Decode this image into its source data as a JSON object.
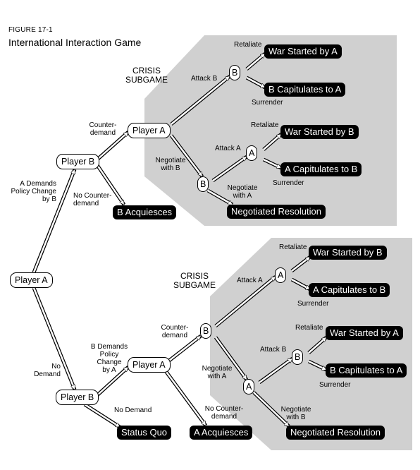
{
  "figure_label": "FIGURE 17-1",
  "title": "International Interaction Game",
  "crisis_label": "CRISIS\nSUBGAME",
  "nodes": {
    "root_player_a": "Player A",
    "top_player_b": "Player B",
    "top_crisis_player_a": "Player A",
    "top_crisis_b1": "B",
    "top_crisis_b2": "B",
    "top_crisis_a": "A",
    "bot_player_b": "Player B",
    "bot_player_a": "Player A",
    "bot_crisis_b1": "B",
    "bot_crisis_a1": "A",
    "bot_crisis_a2": "A",
    "bot_crisis_b2": "B"
  },
  "outcomes": {
    "top_war_a": "War Started by A",
    "top_capitulates_a": "B Capitulates to A",
    "top_war_b": "War Started by B",
    "top_capitulates_b": "A Capitulates to B",
    "top_negotiated": "Negotiated Resolution",
    "b_acquiesces": "B Acquiesces",
    "bot_war_b": "War Started by B",
    "bot_capitulates_b": "A Capitulates to B",
    "bot_war_a": "War Started by A",
    "bot_capitulates_a": "B Capitulates to A",
    "bot_negotiated": "Negotiated Resolution",
    "status_quo": "Status Quo",
    "a_acquiesces": "A Acquiesces"
  },
  "edge_labels": {
    "a_demands": "A Demands\nPolicy Change\nby B",
    "no_demand": "No\nDemand",
    "counter_demand_top": "Counter-\ndemand",
    "no_counter_demand_top": "No Counter-\ndemand",
    "attack_b_top": "Attack B",
    "negotiate_with_b_top": "Negotiate\nwith B",
    "retaliate_1": "Retaliate",
    "surrender_1": "Surrender",
    "attack_a_top": "Attack A",
    "negotiate_with_a_top": "Negotiate\nwith A",
    "retaliate_2": "Retaliate",
    "surrender_2": "Surrender",
    "b_demands": "B Demands\nPolicy\nChange\nby A",
    "no_demand_bot": "No Demand",
    "counter_demand_bot": "Counter-\ndemand",
    "no_counter_demand_bot": "No Counter-\ndemand",
    "attack_a_bot": "Attack A",
    "negotiate_with_a_bot": "Negotiate\nwith A",
    "retaliate_3": "Retaliate",
    "surrender_3": "Surrender",
    "attack_b_bot": "Attack B",
    "negotiate_with_b_bot": "Negotiate\nwith B",
    "retaliate_4": "Retaliate",
    "surrender_4": "Surrender"
  }
}
